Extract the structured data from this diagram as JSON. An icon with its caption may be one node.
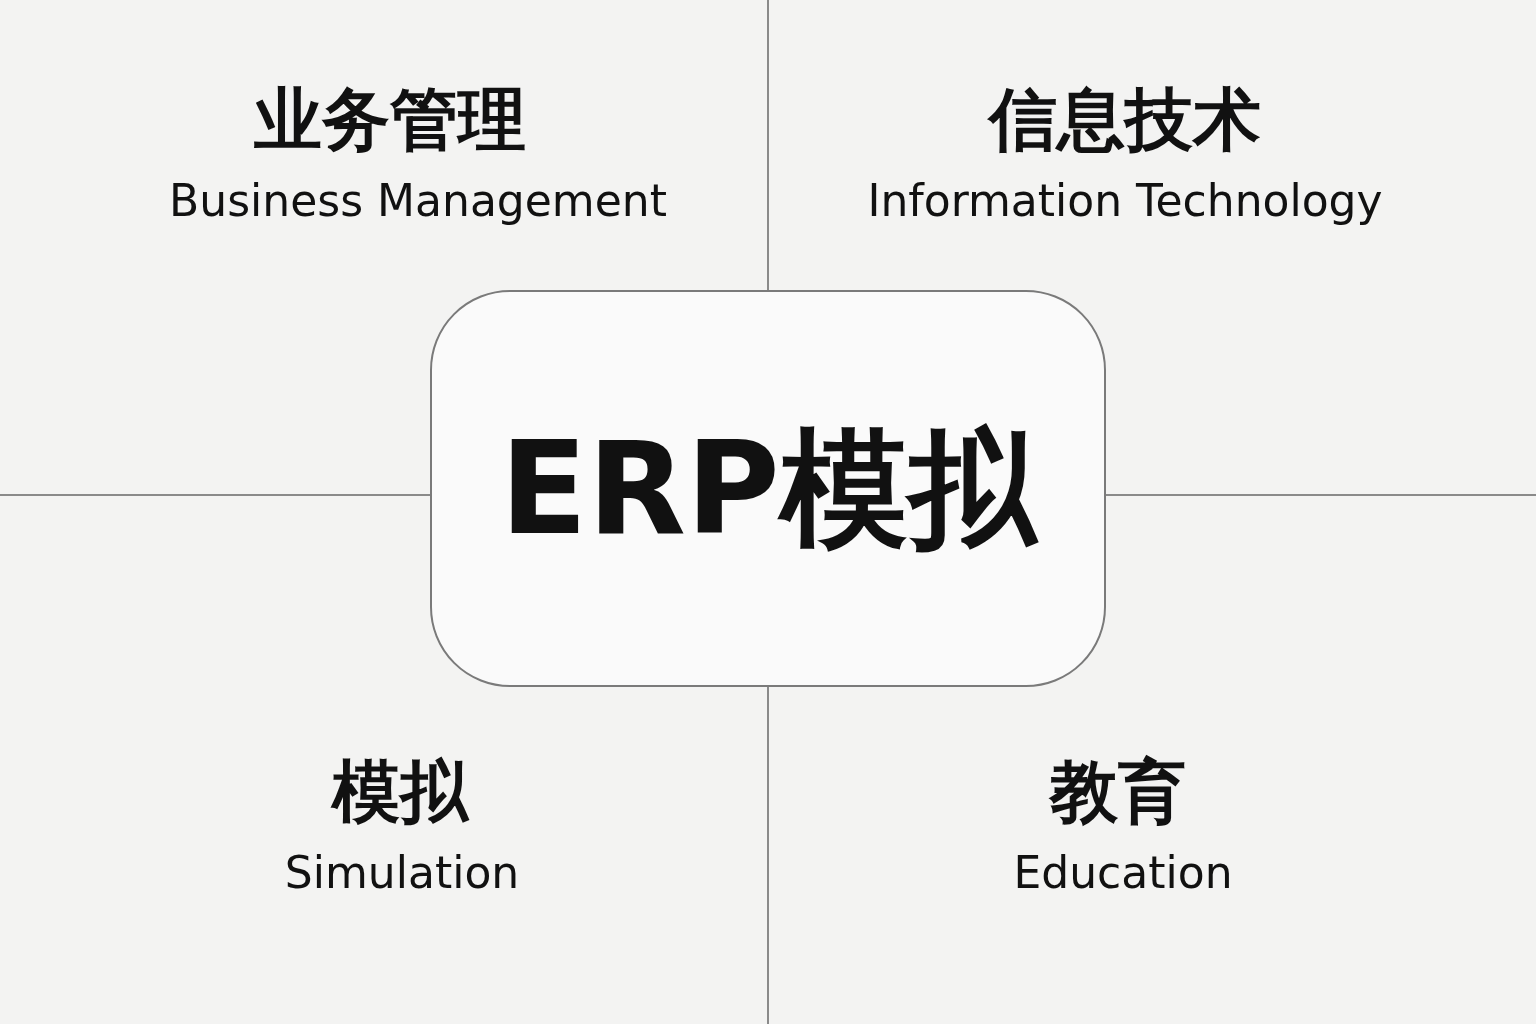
{
  "diagram": {
    "nodes": [
      {
        "text": [
          "ERP模拟"
        ]
      }
    ],
    "labels": [
      "业务管理",
      "Business Management",
      "信息技术",
      "Information Technology",
      "模拟",
      "Simulation",
      "教育",
      "Education"
    ]
  }
}
